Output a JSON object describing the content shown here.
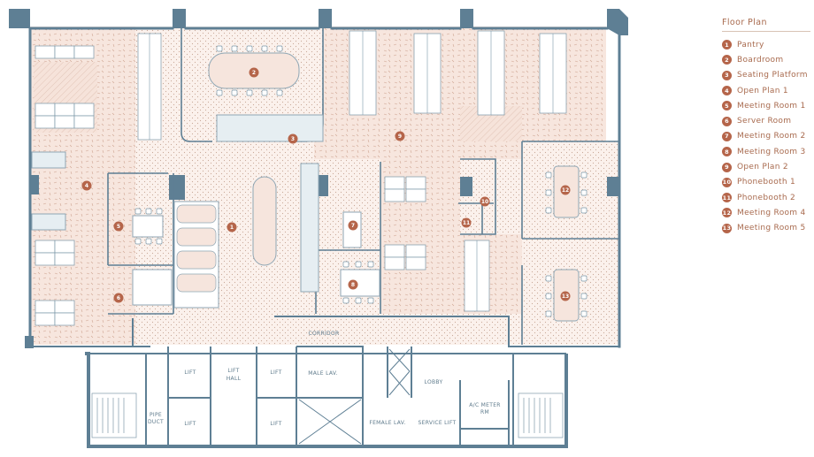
{
  "legend": {
    "title": "Floor Plan",
    "items": [
      {
        "num": "1",
        "label": "Pantry"
      },
      {
        "num": "2",
        "label": "Boardroom"
      },
      {
        "num": "3",
        "label": "Seating Platform"
      },
      {
        "num": "4",
        "label": "Open Plan 1"
      },
      {
        "num": "5",
        "label": "Meeting Room 1"
      },
      {
        "num": "6",
        "label": "Server Room"
      },
      {
        "num": "7",
        "label": "Meeting Room 2"
      },
      {
        "num": "8",
        "label": "Meeting Room 3"
      },
      {
        "num": "9",
        "label": "Open Plan 2"
      },
      {
        "num": "10",
        "label": "Phonebooth 1"
      },
      {
        "num": "11",
        "label": "Phonebooth 2"
      },
      {
        "num": "12",
        "label": "Meeting Room 4"
      },
      {
        "num": "13",
        "label": "Meeting Room 5"
      }
    ]
  },
  "core_labels": {
    "corridor": "CORRIDOR",
    "lift_1": "LIFT",
    "lift_hall_1": "LIFT",
    "lift_hall_2": "HALL",
    "lift_2": "LIFT",
    "lift_3": "LIFT",
    "lift_4": "LIFT",
    "male_lav": "MALE LAV.",
    "female_lav": "FEMALE LAV.",
    "lobby": "LOBBY",
    "service_lift": "SERVICE LIFT",
    "ac_meter_1": "A/C METER",
    "ac_meter_2": "RM",
    "pipe_duct_1": "PIPE",
    "pipe_duct_2": "DUCT"
  },
  "markers": [
    "1",
    "2",
    "3",
    "4",
    "5",
    "6",
    "7",
    "8",
    "9",
    "10",
    "11",
    "12",
    "13"
  ],
  "colors": {
    "wall": "#5e7f94",
    "floor_pink": "#f6e5dd",
    "marker": "#b5654a",
    "furniture": "#8fa6b4",
    "legend_text": "#a86a4e"
  }
}
